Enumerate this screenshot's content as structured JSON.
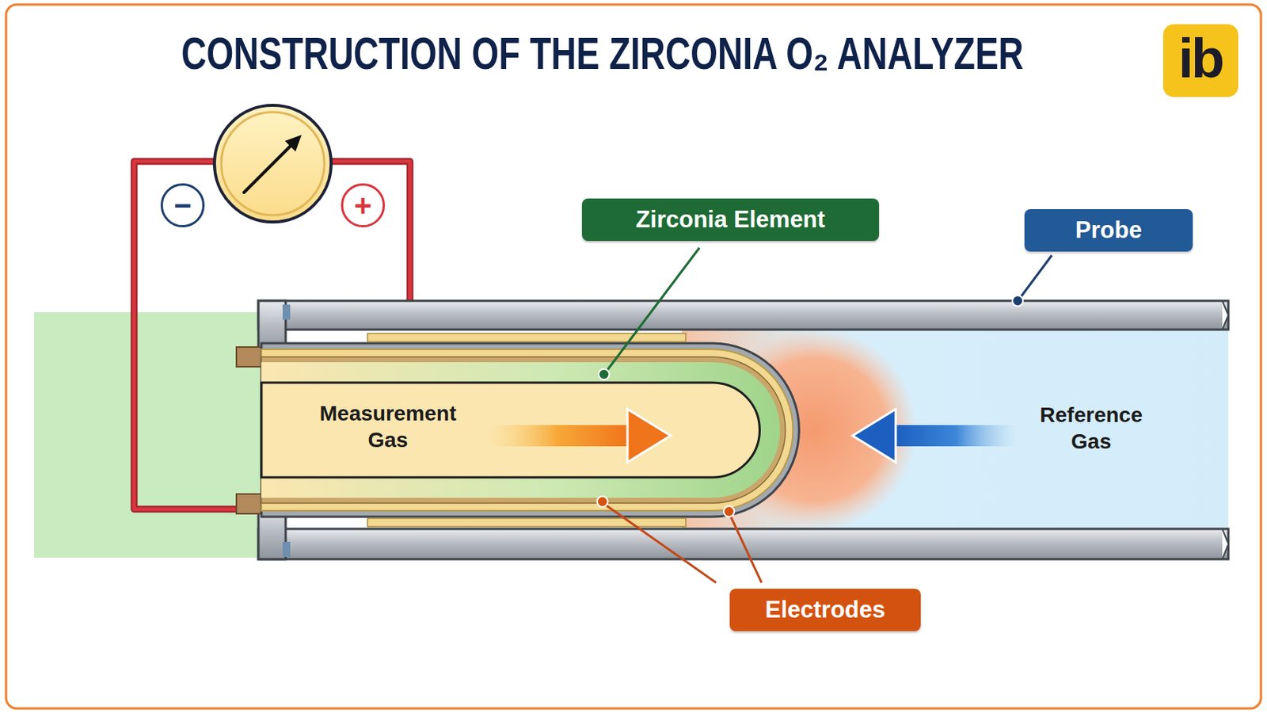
{
  "diagram": {
    "title": "CONSTRUCTION OF THE ZIRCONIA O₂ ANALYZER",
    "nodes": [
      {
        "text": [
          "−"
        ]
      },
      {
        "text": [
          "+"
        ]
      },
      {
        "text": [
          "Zirconia Element"
        ]
      },
      {
        "text": [
          "Probe"
        ]
      },
      {
        "text": [
          "Electrodes"
        ]
      },
      {
        "text": [
          "ib"
        ]
      }
    ],
    "labels": [
      "Measurement Gas",
      "Reference Gas"
    ]
  }
}
